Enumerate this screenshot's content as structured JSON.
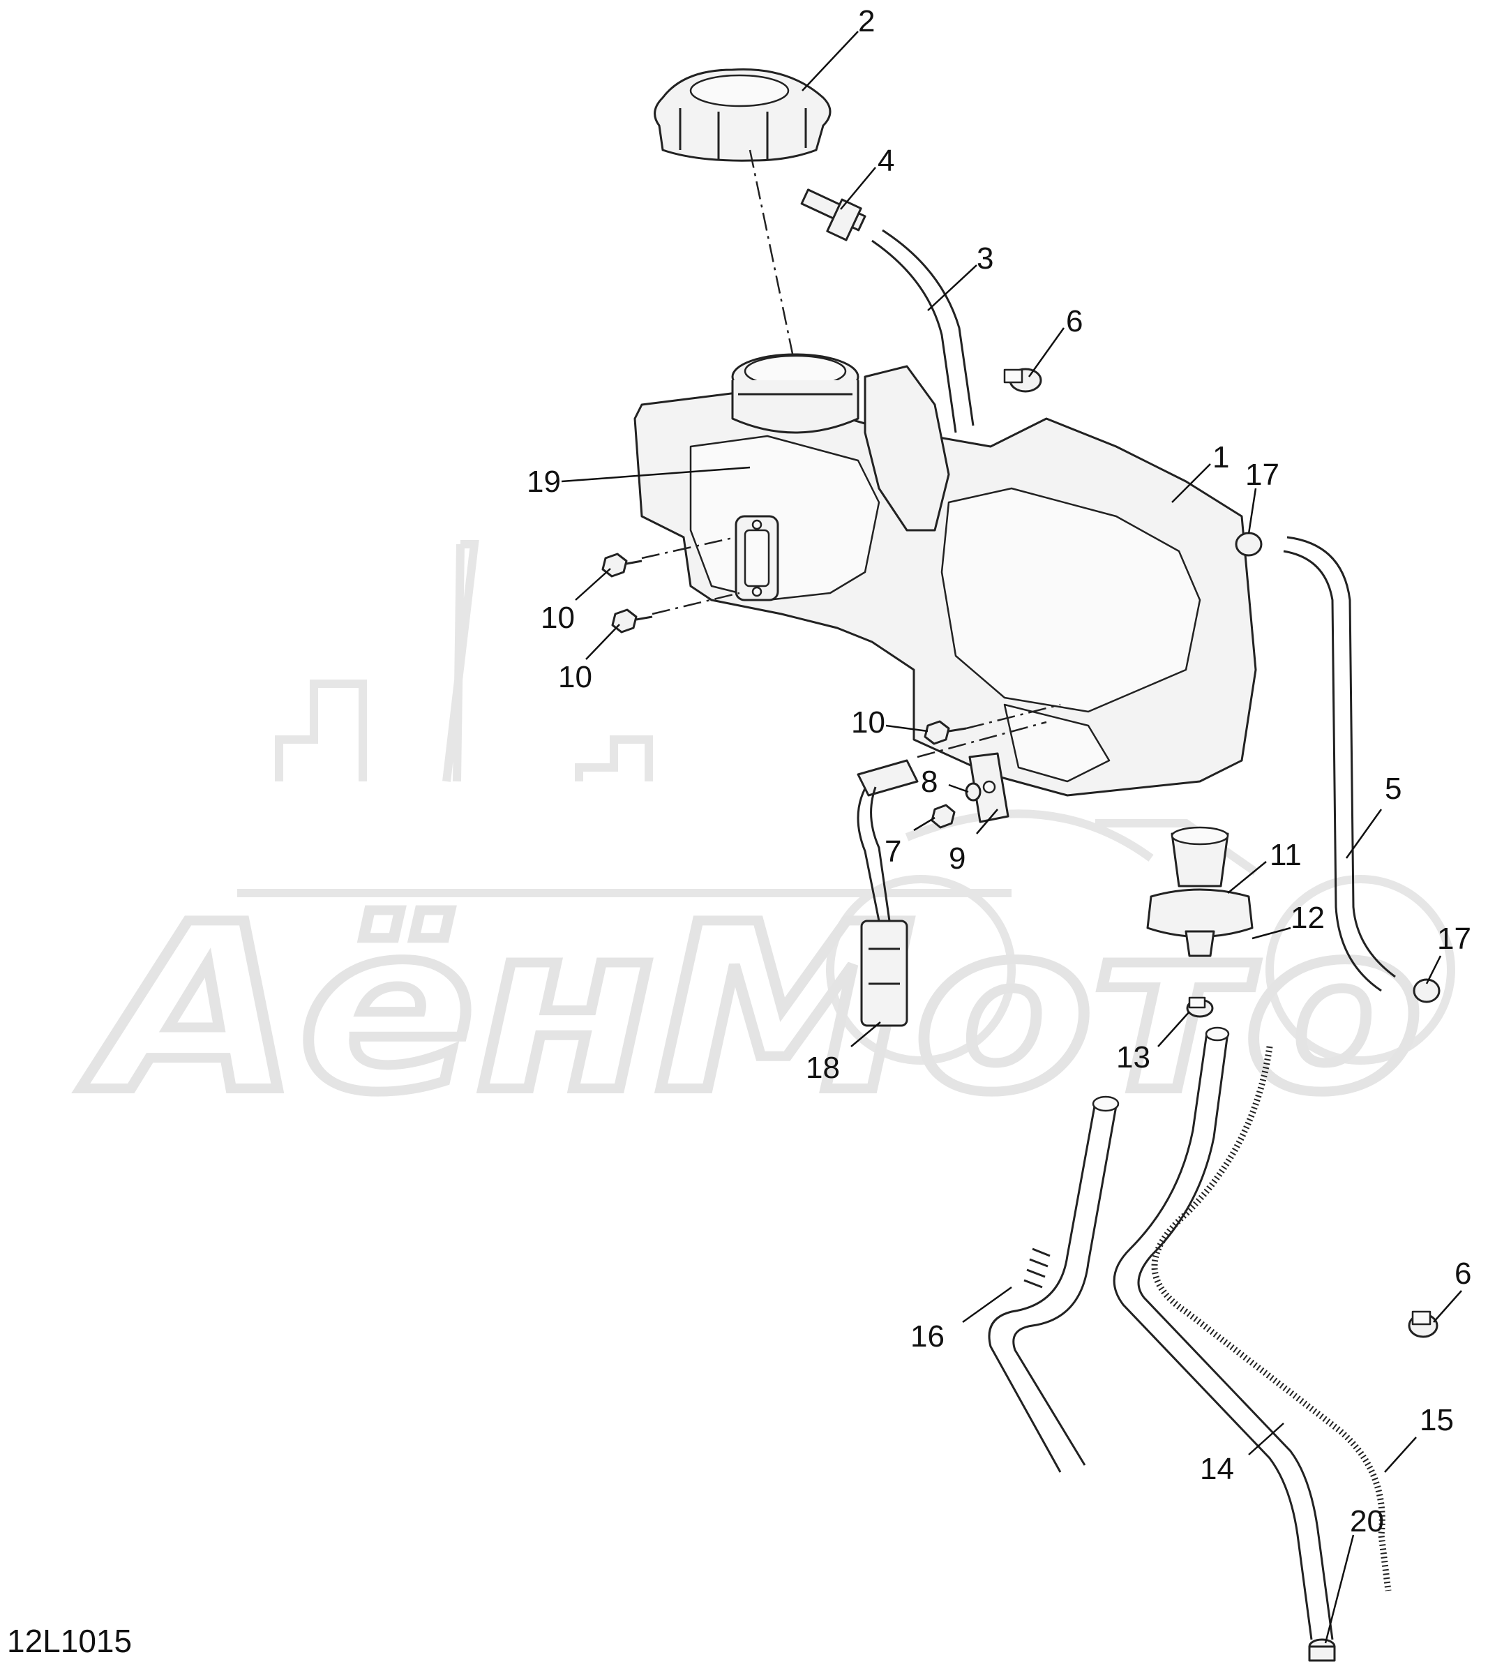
{
  "diagram": {
    "drawing_code": "12L1015",
    "watermark_text": "AёнМото",
    "callouts": [
      {
        "id": "c2",
        "label": "2"
      },
      {
        "id": "c4",
        "label": "4"
      },
      {
        "id": "c3",
        "label": "3"
      },
      {
        "id": "c6a",
        "label": "6"
      },
      {
        "id": "c1",
        "label": "1"
      },
      {
        "id": "c17a",
        "label": "17"
      },
      {
        "id": "c19",
        "label": "19"
      },
      {
        "id": "c10a",
        "label": "10"
      },
      {
        "id": "c10b",
        "label": "10"
      },
      {
        "id": "c10c",
        "label": "10"
      },
      {
        "id": "c8",
        "label": "8"
      },
      {
        "id": "c7",
        "label": "7"
      },
      {
        "id": "c9",
        "label": "9"
      },
      {
        "id": "c5",
        "label": "5"
      },
      {
        "id": "c11",
        "label": "11"
      },
      {
        "id": "c12",
        "label": "12"
      },
      {
        "id": "c17b",
        "label": "17"
      },
      {
        "id": "c13",
        "label": "13"
      },
      {
        "id": "c18",
        "label": "18"
      },
      {
        "id": "c6b",
        "label": "6"
      },
      {
        "id": "c16",
        "label": "16"
      },
      {
        "id": "c15",
        "label": "15"
      },
      {
        "id": "c14",
        "label": "14"
      },
      {
        "id": "c20",
        "label": "20"
      }
    ]
  }
}
